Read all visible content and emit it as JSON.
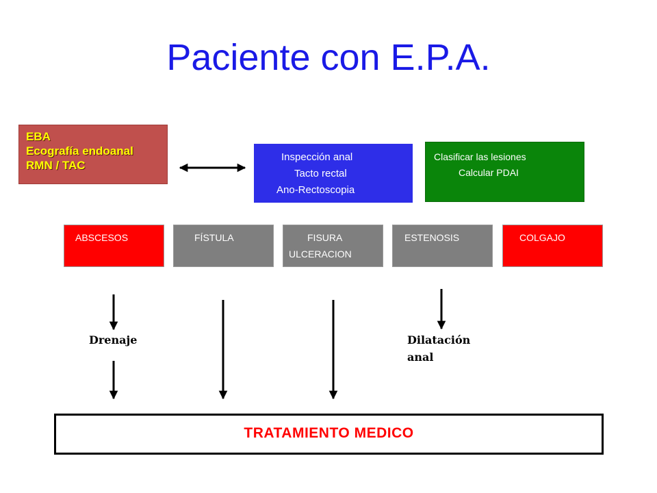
{
  "title": "Paciente con E.P.A.",
  "top_boxes": {
    "eba": [
      "EBA",
      "Ecografía endoanal",
      "RMN / TAC"
    ],
    "inspection": [
      "Inspección anal",
      "Tacto rectal",
      "Ano-Rectoscopia"
    ],
    "classify": [
      "Clasificar las lesiones",
      "Calcular PDAI"
    ]
  },
  "categories": [
    {
      "lines": [
        "ABSCESOS"
      ]
    },
    {
      "lines": [
        "FÍSTULA"
      ]
    },
    {
      "lines": [
        "FISURA",
        "ULCERACION"
      ]
    },
    {
      "lines": [
        "ESTENOSIS"
      ]
    },
    {
      "lines": [
        "COLGAJO"
      ]
    }
  ],
  "labels": {
    "drenaje": "Drenaje",
    "dilatacion": [
      "Dilatación",
      "anal"
    ]
  },
  "final": "TRATAMIENTO MEDICO",
  "colors": {
    "title": "#1a1ae6",
    "eba_bg": "#c0504d",
    "eba_text": "#ffff00",
    "inspection_bg": "#2e2ee8",
    "classify_bg": "#0a850a",
    "category_red": "#ff0000",
    "category_gray": "#7f7f7f",
    "final_text": "#ff0000"
  }
}
